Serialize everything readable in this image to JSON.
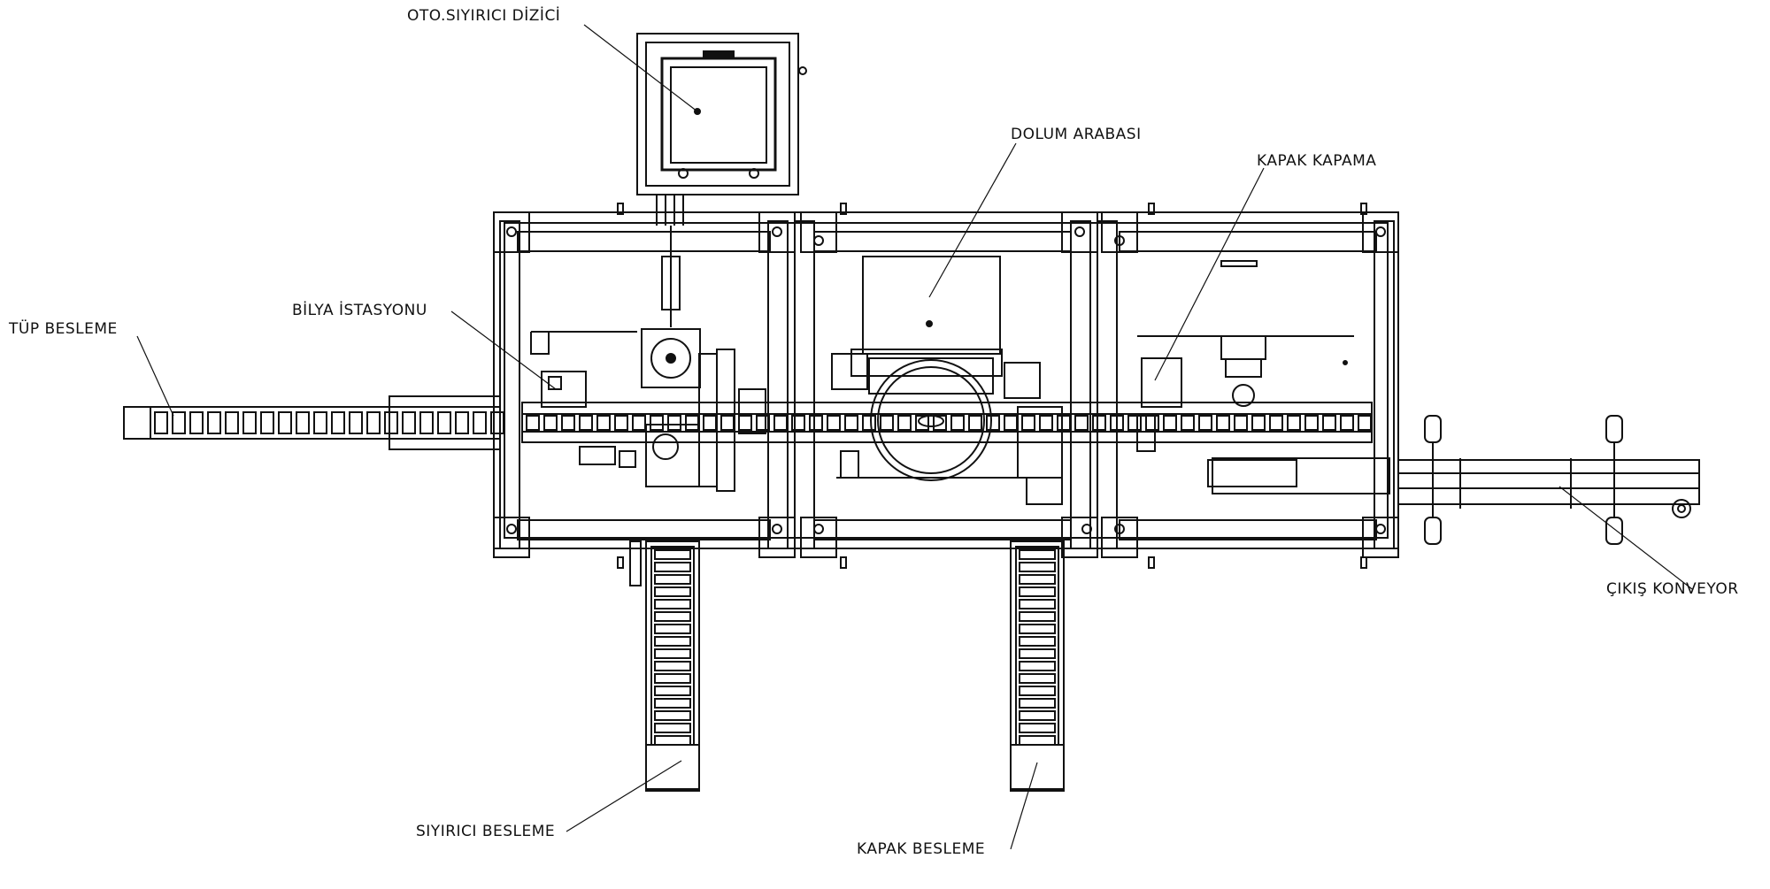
{
  "diagram": {
    "labels": {
      "oto_siyirici_dizici": "OTO.SIYIRICI DİZİCİ",
      "dolum_arabasi": "DOLUM ARABASI",
      "kapak_kapama": "KAPAK KAPAMA",
      "bilya_istasyonu": "BİLYA İSTASYONU",
      "tup_besleme": "TÜP BESLEME",
      "cikis_konveyor": "ÇIKIŞ KONVEYOR",
      "siyirici_besleme": "SIYIRICI BESLEME",
      "kapak_besleme": "KAPAK BESLEME"
    },
    "colors": {
      "line": "#111111",
      "background": "#ffffff"
    }
  }
}
